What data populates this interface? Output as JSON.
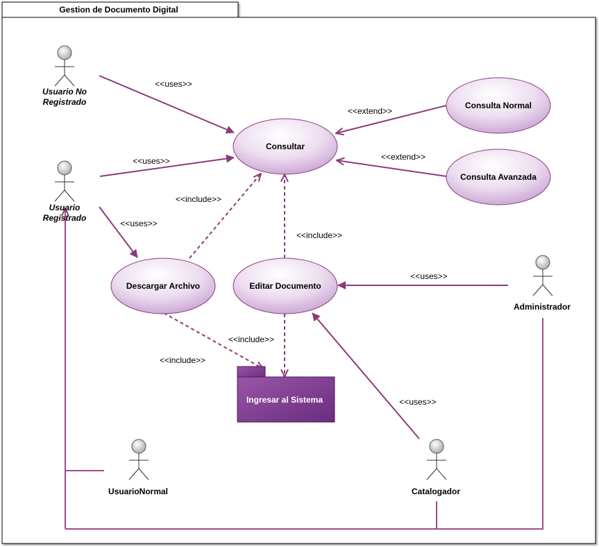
{
  "diagram": {
    "title": "Gestion de Documento Digital",
    "actors": {
      "usuario_no_registrado": {
        "line1": "Usuario No",
        "line2": "Registrado"
      },
      "usuario_registrado": {
        "line1": "Usuario",
        "line2": "Registrado"
      },
      "administrador": {
        "label": "Administrador"
      },
      "usuario_normal": {
        "label": "UsuarioNormal"
      },
      "catalogador": {
        "label": "Catalogador"
      }
    },
    "use_cases": {
      "consultar": "Consultar",
      "consulta_normal": "Consulta Normal",
      "consulta_avanzada": "Consulta Avanzada",
      "descargar_archivo": "Descargar Archivo",
      "editar_documento": "Editar Documento"
    },
    "package": {
      "label": "Ingresar al Sistema"
    },
    "relations": {
      "uses_no_registrado": "<<uses>>",
      "uses_registrado_consultar": "<<uses>>",
      "uses_registrado_descargar": "<<uses>>",
      "uses_administrador": "<<uses>>",
      "uses_catalogador": "<<uses>>",
      "extend_normal": "<<extend>>",
      "extend_avanzada": "<<extend>>",
      "include_descargar_consultar": "<<include>>",
      "include_editar_consultar": "<<include>>",
      "include_editar_ingresar": "<<include>>",
      "include_descargar_ingresar": "<<include>>"
    }
  },
  "colors": {
    "line": "#8b3a7a",
    "package_fill": "#7b3a8e",
    "usecase_fill_light": "#fbf4fc",
    "usecase_fill_dark": "#c9a3d3"
  }
}
